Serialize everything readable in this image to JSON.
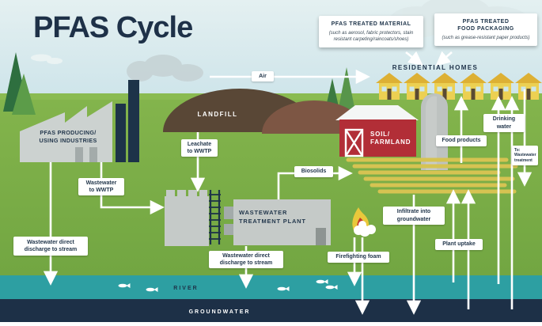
{
  "title": "PFAS Cycle",
  "colors": {
    "navy": "#1d3349",
    "sky": "#cbe3e9",
    "grass": "#7cae47",
    "river_teal": "#2d9fa2",
    "groundwater_navy": "#1d3047",
    "barn_red": "#b22e37",
    "house_yellow": "#ecd052",
    "landfill_brown": "#594736",
    "crop_yellow": "#d6c352",
    "arrow_white": "#ffffff"
  },
  "callouts": {
    "treated_material": {
      "title": "PFAS TREATED MATERIAL",
      "subtitle": "(such as aerosol, fabric protectors, stain resistant carpeting/raincoats/shoes)"
    },
    "food_packaging": {
      "title": "PFAS TREATED\nFOOD PACKAGING",
      "subtitle": "(such as grease-resistant paper products)"
    }
  },
  "scene": {
    "industries": "PFAS PRODUCING/\nUSING INDUSTRIES",
    "landfill": "LANDFILL",
    "wwtp": "WASTEWATER\nTREATMENT PLANT",
    "soil_farmland": "SOIL/\nFARMLAND",
    "residential_homes": "RESIDENTIAL HOMES",
    "river": "RIVER",
    "groundwater": "GROUNDWATER"
  },
  "flow_labels": {
    "air": "Air",
    "wastewater_to_wwtp": "Wastewater\nto WWTP",
    "wastewater_direct_industry": "Wastewater direct\ndischarge to stream",
    "leachate_to_wwtp": "Leachate\nto WWTP",
    "wastewater_direct_wwtp": "Wastewater direct\ndischarge to stream",
    "biosolids": "Biosolids",
    "firefighting_foam": "Firefighting foam",
    "infiltrate_groundwater": "Infiltrate into\ngroundwater",
    "plant_uptake": "Plant uptake",
    "food_products": "Food products",
    "drinking_water": "Drinking\nwater",
    "to_wastewater_treatment": "To:\nWastewater\ntreatment"
  }
}
